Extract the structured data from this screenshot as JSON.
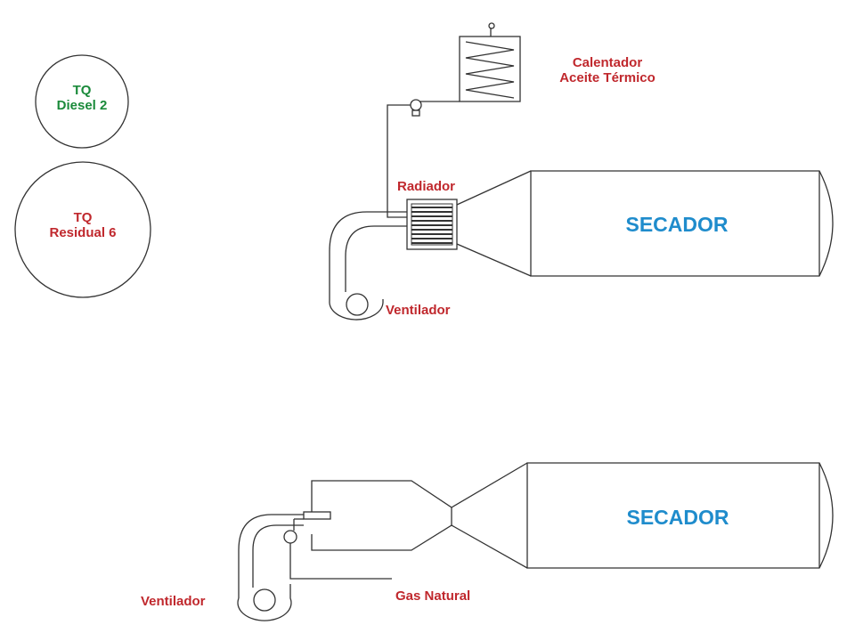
{
  "colors": {
    "label_red": "#c0282d",
    "label_green": "#1a8a3a",
    "label_blue": "#1f8ccc",
    "line": "#333333"
  },
  "tanks": {
    "diesel": {
      "line1": "TQ",
      "line2": "Diesel 2"
    },
    "residual": {
      "line1": "TQ",
      "line2": "Residual 6"
    }
  },
  "system_top": {
    "heater_line1": "Calentador",
    "heater_line2": "Aceite Térmico",
    "radiator": "Radiador",
    "fan": "Ventilador",
    "dryer": "SECADOR"
  },
  "system_bottom": {
    "fan": "Ventilador",
    "gas": "Gas Natural",
    "dryer": "SECADOR"
  }
}
